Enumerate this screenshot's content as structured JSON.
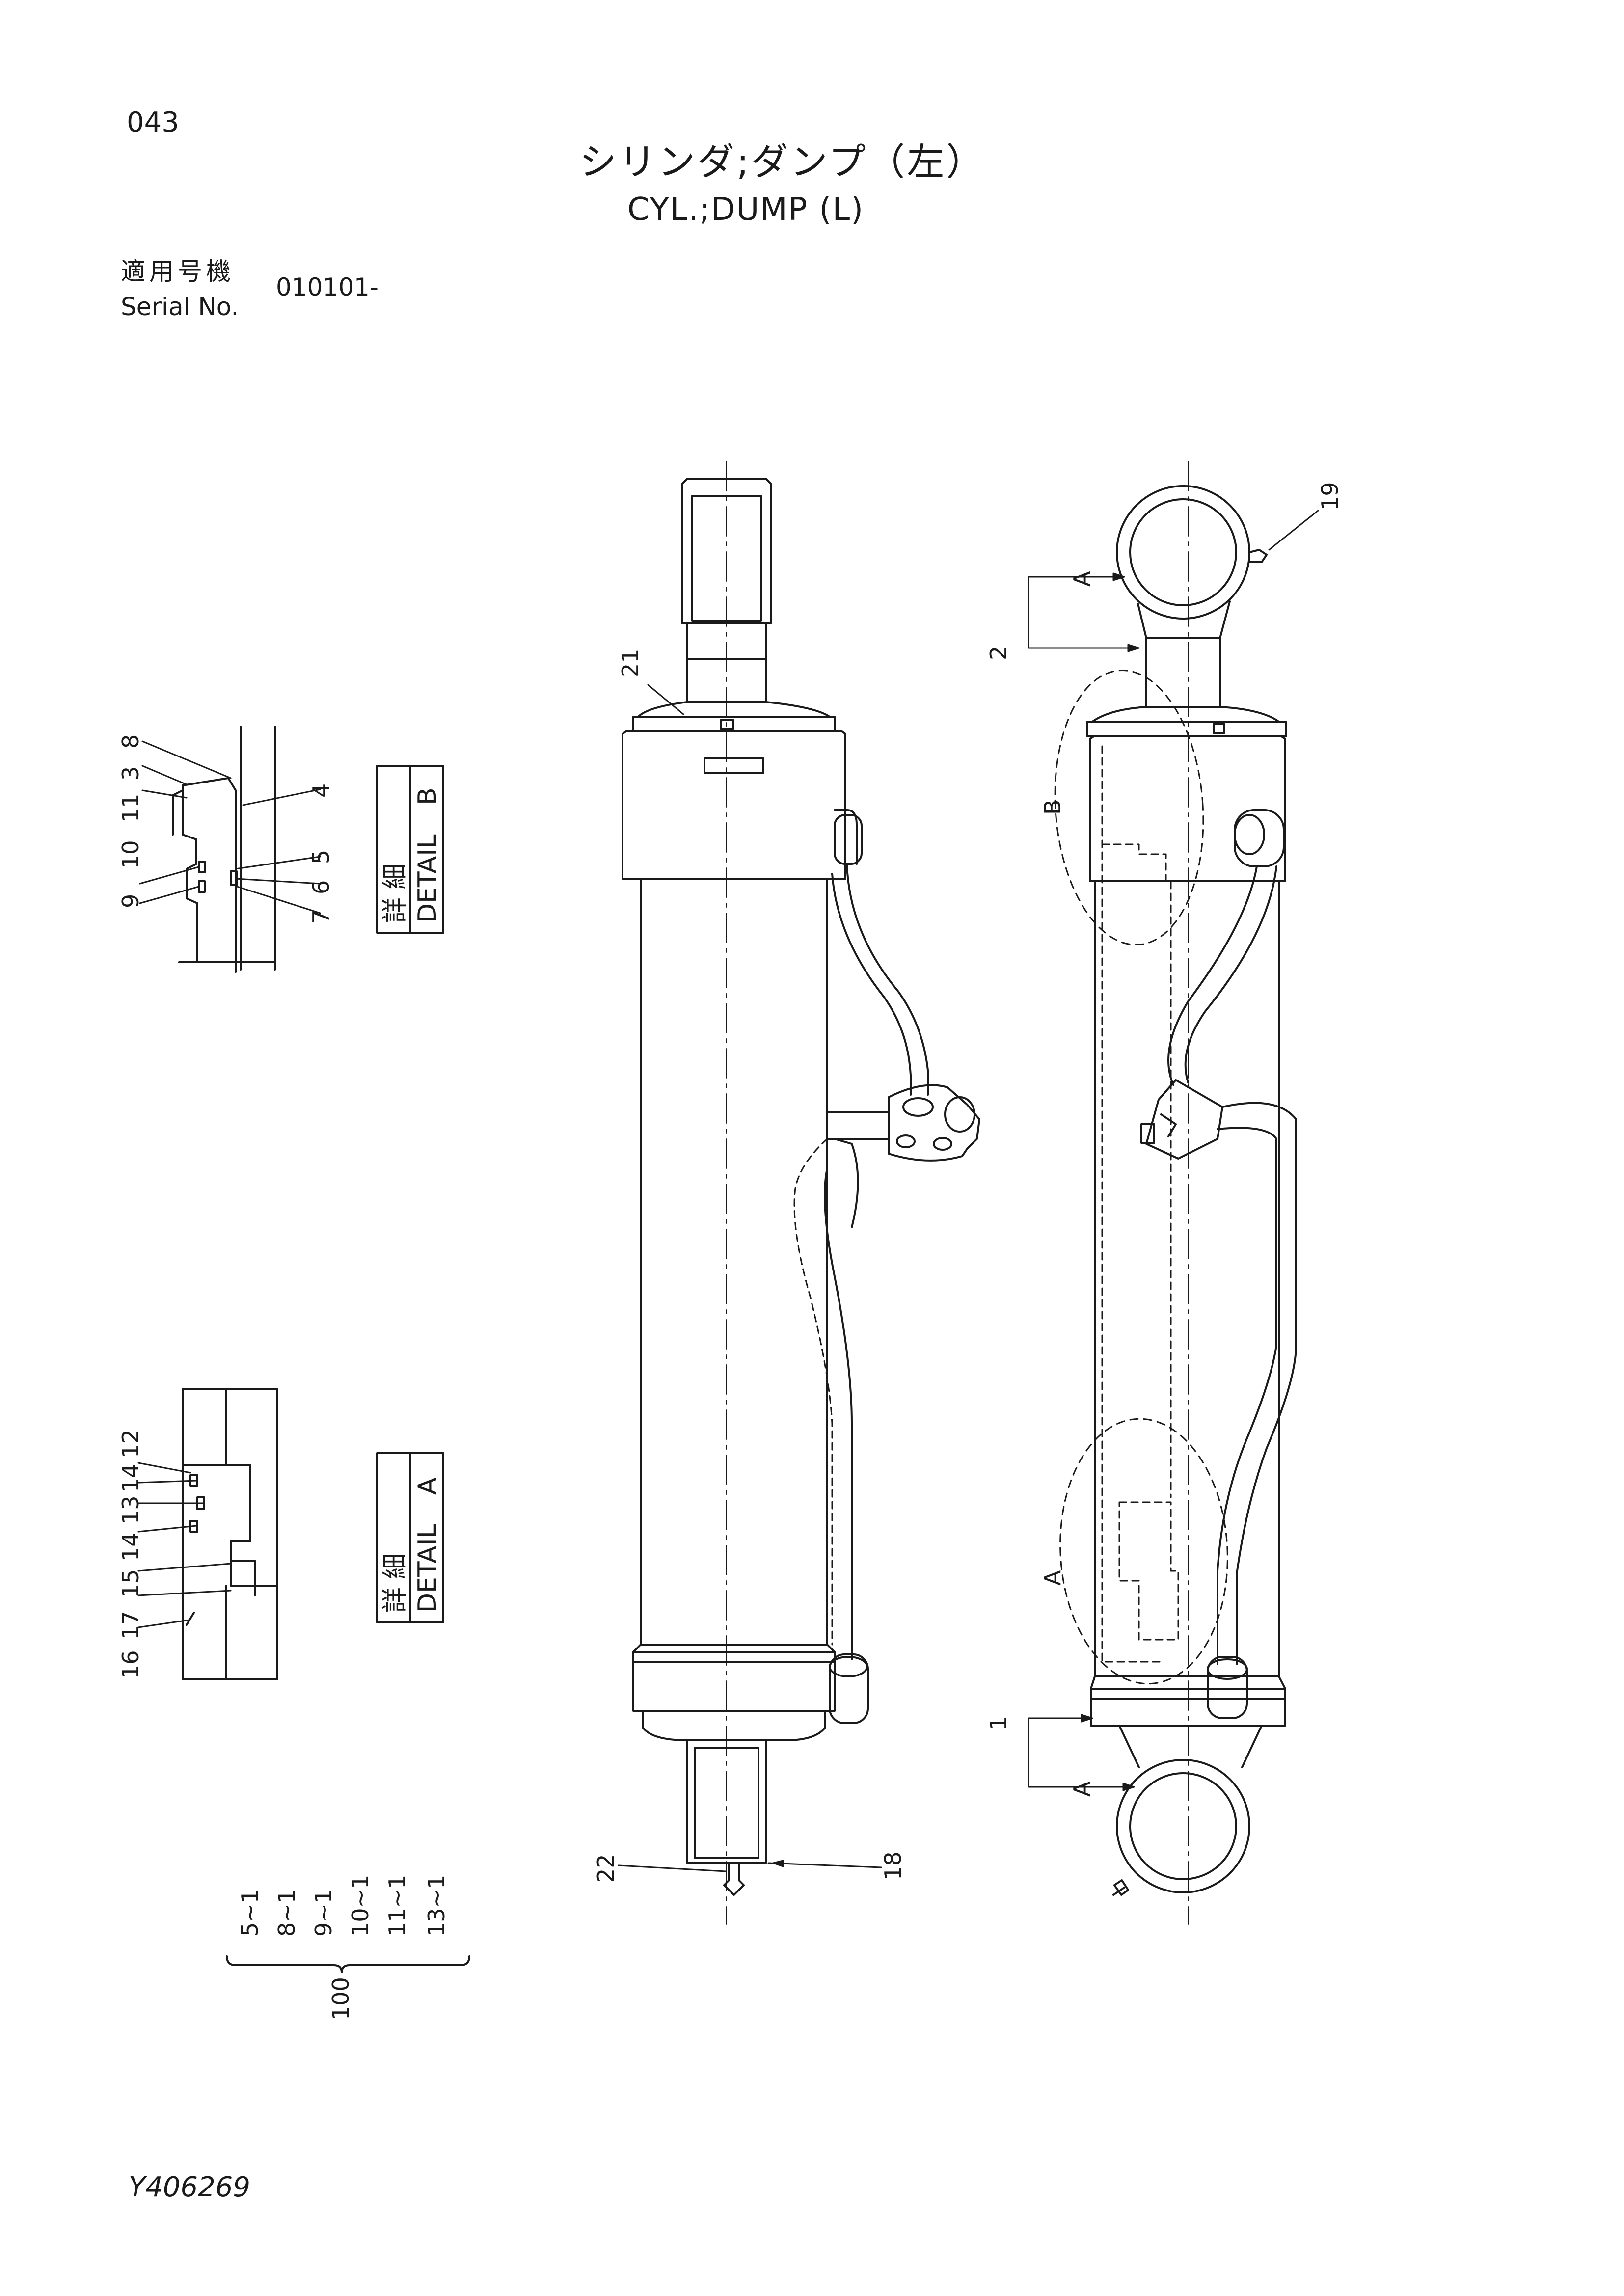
{
  "header": {
    "page_number": "043",
    "title_jp": "シリンダ;ダンプ（左）",
    "title_en": "CYL.;DUMP (L)",
    "serial_label_jp": "適用号機",
    "serial_label_en": "Serial No.",
    "serial_value": "010101-"
  },
  "details": {
    "detail_b": {
      "label_jp": "詳 細",
      "label_en": "DETAIL",
      "letter": "B",
      "callouts": [
        "9",
        "10",
        "11",
        "3",
        "8",
        "4",
        "5",
        "6",
        "7"
      ]
    },
    "detail_a": {
      "label_jp": "詳 細",
      "label_en": "DETAIL",
      "letter": "A",
      "callouts": [
        "16",
        "17",
        "15",
        "14",
        "13",
        "14",
        "12"
      ]
    }
  },
  "kit": {
    "items": [
      "5~1",
      "8~1",
      "9~1",
      "10~1",
      "11~1",
      "13~1"
    ],
    "total": "100"
  },
  "main_callouts": {
    "rod_end_seal": "21",
    "grease_fitting_top": "19",
    "rod_assembly": "2",
    "cylinder_assembly": "1",
    "bottom_fitting_left": "22",
    "bottom_fitting_right": "18",
    "section_a": "A",
    "section_b": "B"
  },
  "footer": {
    "document_id": "Y406269"
  }
}
